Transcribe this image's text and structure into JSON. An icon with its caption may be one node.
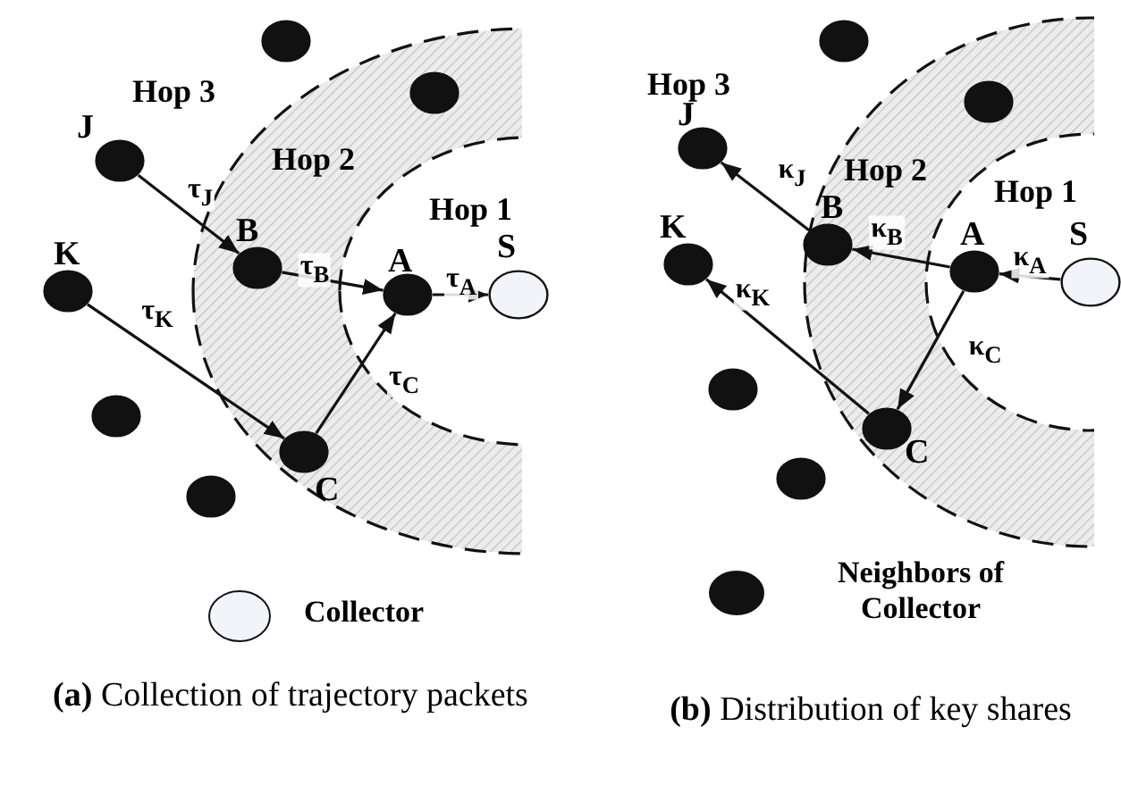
{
  "diagram": {
    "nodes": [
      {
        "text": [
          "J"
        ]
      },
      {
        "text": [
          "K"
        ]
      },
      {
        "text": [
          "B"
        ]
      },
      {
        "text": [
          "A"
        ]
      },
      {
        "text": [
          "S"
        ]
      },
      {
        "text": [
          "C"
        ]
      },
      {
        "text": [],
        "shape": "circle"
      },
      {
        "text": [],
        "shape": "circle"
      },
      {
        "text": [],
        "shape": "circle"
      },
      {
        "text": [],
        "shape": "circle"
      },
      {
        "text": [
          "J"
        ]
      },
      {
        "text": [
          "K"
        ]
      },
      {
        "text": [
          "B"
        ]
      },
      {
        "text": [
          "A"
        ]
      },
      {
        "text": [
          "S"
        ]
      },
      {
        "text": [
          "C"
        ]
      },
      {
        "text": [],
        "shape": "circle"
      },
      {
        "text": [],
        "shape": "circle"
      },
      {
        "text": [],
        "shape": "circle"
      },
      {
        "text": [],
        "shape": "circle"
      }
    ],
    "edges": [
      {
        "from": 0,
        "to": 2,
        "arrow": "to",
        "label": "τ$_{J}$"
      },
      {
        "from": 2,
        "to": 3,
        "arrow": "to",
        "label": "τ$_{B}$"
      },
      {
        "from": 3,
        "to": 4,
        "arrow": "to",
        "label": "τ$_{A}$"
      },
      {
        "from": 1,
        "to": 5,
        "arrow": "to",
        "label": "τ$_{K}$"
      },
      {
        "from": 5,
        "to": 3,
        "arrow": "to",
        "label": "τ$_{C}$"
      },
      {
        "from": 14,
        "to": 13,
        "arrow": "to",
        "label": "κ$_{A}$"
      },
      {
        "from": 13,
        "to": 12,
        "arrow": "to",
        "label": "κ$_{B}$"
      },
      {
        "from": 12,
        "to": 10,
        "arrow": "to",
        "label": "κ$_{J}$"
      },
      {
        "from": 13,
        "to": 15,
        "arrow": "to",
        "label": "κ$_{C}$"
      },
      {
        "from": 15,
        "to": 11,
        "arrow": "to",
        "label": "κ$_{K}$"
      }
    ],
    "labels": [
      "Hop 3",
      "Hop 2",
      "Hop 1",
      "Hop 3",
      "Hop 2",
      "Hop 1",
      "**(a)** Collection of trajectory packets",
      "**(b)** Distribution of key shares"
    ],
    "legend": [
      {
        "text": "Collector",
        "color": "#f2f4fa"
      },
      {
        "text": "Neighbors of Collector",
        "color": "#111111"
      }
    ]
  }
}
